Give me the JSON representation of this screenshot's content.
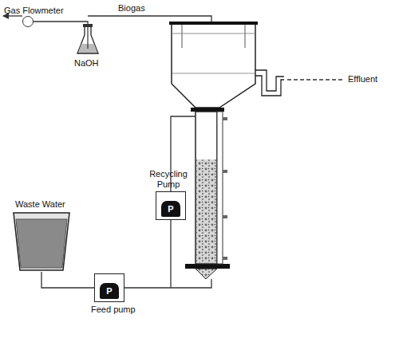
{
  "diagram": {
    "nodes": [
      {
        "text": [
          "Waste Water"
        ]
      },
      {
        "text": [
          "P",
          "Feed pump"
        ]
      },
      {
        "text": [
          "Recycling Pump",
          "P"
        ]
      },
      {
        "text": [
          "NaOH"
        ]
      },
      {
        "text": [
          "Gas Flowmeter"
        ]
      }
    ],
    "edges": [
      {
        "from": 0,
        "to": 1,
        "arrow": "none"
      },
      {
        "from": 3,
        "to": 4,
        "arrow": "none"
      }
    ],
    "labels": [
      "Biogas",
      "Effluent"
    ]
  }
}
